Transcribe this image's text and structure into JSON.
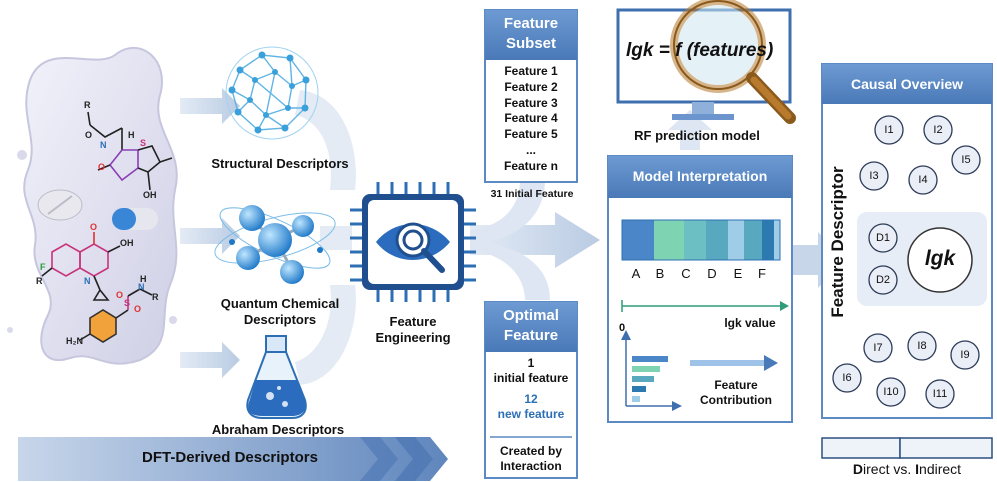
{
  "inputs": {
    "structural": "Structural Descriptors",
    "quantum_line1": "Quantum Chemical",
    "quantum_line2": "Descriptors",
    "abraham": "Abraham Descriptors",
    "dft_banner": "DFT-Derived Descriptors"
  },
  "molecule_labels": {
    "r1": "R",
    "o1": "O",
    "n1": "N",
    "h1": "H",
    "s1": "S",
    "oh1": "OH",
    "oh2": "OH",
    "f1": "F",
    "r2": "R",
    "n2": "N",
    "o2": "O",
    "o3": "O",
    "h2n": "H₂N",
    "s2": "S",
    "nh": "N",
    "h3": "H",
    "r3": "R",
    "o4": "O",
    "o5": "O"
  },
  "feature_engineering": {
    "line1": "Feature",
    "line2": "Engineering"
  },
  "feature_subset": {
    "title_line1": "Feature",
    "title_line2": "Subset",
    "items": [
      "Feature 1",
      "Feature 2",
      "Feature 3",
      "Feature 4",
      "Feature 5",
      "...",
      "Feature n"
    ],
    "caption": "31 Initial Feature"
  },
  "optimal_feature": {
    "title_line1": "Optimal",
    "title_line2": "Feature",
    "count1": "1",
    "text1": "initial feature",
    "count2": "12",
    "text2": "new feature",
    "caption_line1": "Created by",
    "caption_line2": "Interaction"
  },
  "rf_model": {
    "formula": "lgk = f (features)",
    "caption": "RF prediction model"
  },
  "model_interpretation": {
    "title": "Model Interpretation",
    "segment_labels": [
      "A",
      "B",
      "C",
      "D",
      "E",
      "F"
    ],
    "axis_zero": "0",
    "axis_label": "lgk value",
    "contribution_line1": "Feature",
    "contribution_line2": "Contribution"
  },
  "causal_overview": {
    "title": "Causal Overview",
    "side_label": "Feature Descriptor",
    "target": "lgk",
    "direct_nodes": [
      "D1",
      "D2"
    ],
    "indirect_nodes": [
      "I1",
      "I2",
      "I3",
      "I4",
      "I5",
      "I6",
      "I7",
      "I8",
      "I9",
      "I10",
      "I11"
    ],
    "legend": {
      "d": "D",
      "irect": "irect",
      "vs": " vs. ",
      "i": "I",
      "ndirect": "ndirect"
    }
  },
  "colors": {
    "panel_blue": "#5b8ac4",
    "panel_dark": "#3f6fae",
    "arrow_light": "#cdd9ea",
    "bar_segments": [
      "#4a86c8",
      "#7ed3b2",
      "#6cc0c4",
      "#58a9bf",
      "#9fcde7",
      "#2d7ab0"
    ]
  }
}
